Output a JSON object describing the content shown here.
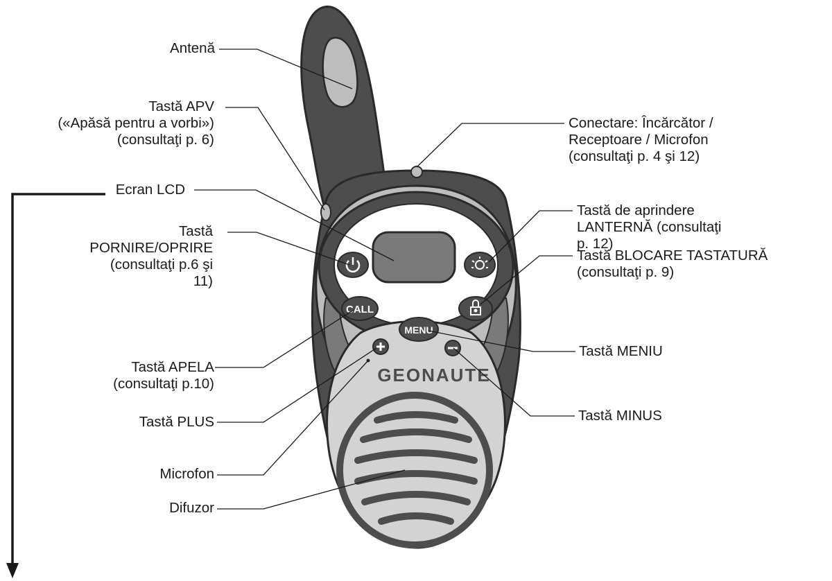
{
  "diagram": {
    "colors": {
      "body_dark": "#4d4d4d",
      "body_mid": "#7a7a7a",
      "body_light": "#bdbdbd",
      "face_light": "#d3d3d3",
      "outline": "#2a2a2a",
      "text": "#1a1a1a"
    },
    "device": {
      "brand": "GEONAUTE",
      "buttons": {
        "call": "CALL",
        "menu": "MENU",
        "power_icon": "power-icon",
        "flashlight_icon": "flashlight-icon",
        "lock_icon": "lock-icon",
        "plus_icon": "plus-icon",
        "minus_icon": "minus-icon"
      }
    },
    "labels": {
      "antenna": [
        "Antenă"
      ],
      "ptt": [
        "Tastă APV",
        "(«Apăsă pentru a vorbi»)",
        "(consultaţi p. 6)"
      ],
      "lcd": [
        "Ecran LCD"
      ],
      "power": [
        "Tastă",
        "PORNIRE/OPRIRE",
        "(consultaţi p.6 şi",
        "11)"
      ],
      "call": [
        "Tastă APELA",
        "(consultaţi p.10)"
      ],
      "plus": [
        "Tastă PLUS"
      ],
      "microphone": [
        "Microfon"
      ],
      "speaker": [
        "Difuzor"
      ],
      "connector": [
        "Conectare: Încărcător /",
        "Receptoare / Microfon",
        "(consultaţi p. 4 şi 12)"
      ],
      "flashlight": [
        "Tastă de aprindere",
        "LANTERNĂ (consultaţi",
        "p. 12)"
      ],
      "keylock": [
        "Tastă BLOCARE TASTATURĂ",
        "(consultaţi p. 9)"
      ],
      "menu": [
        "Tastă MENIU"
      ],
      "minus": [
        "Tastă MINUS"
      ]
    }
  }
}
